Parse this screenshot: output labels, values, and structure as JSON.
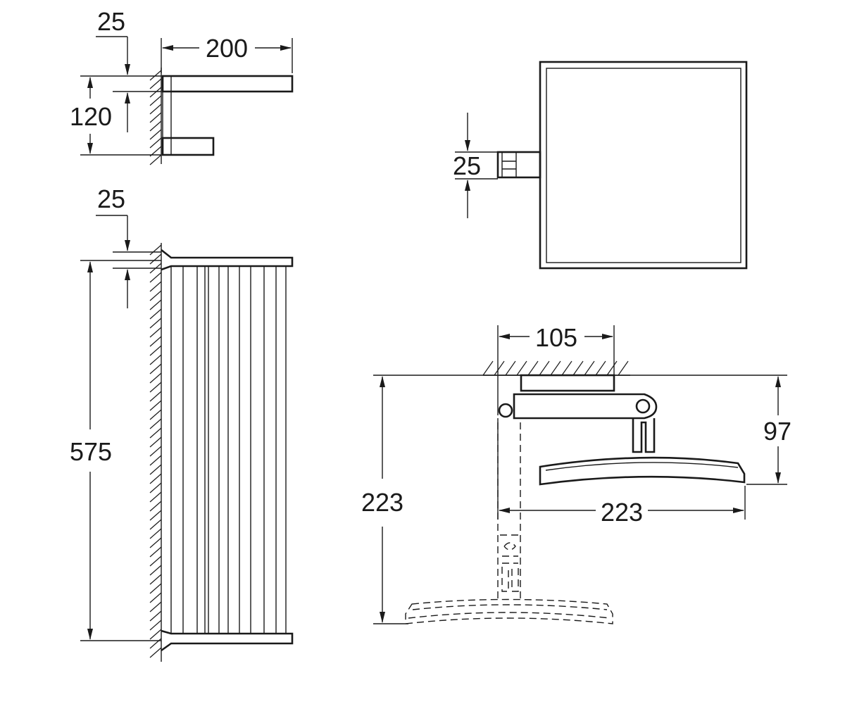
{
  "dimensions": {
    "top_view_offset": "25",
    "top_view_depth": "200",
    "top_view_height": "120",
    "side_view_offset": "25",
    "side_view_height": "575",
    "mirror_arm_height": "25",
    "arm_wall_width": "105",
    "arm_projection": "97",
    "mirror_width": "223",
    "extended_projection": "223"
  },
  "colors": {
    "line": "#1a1a1a",
    "background": "#ffffff"
  }
}
